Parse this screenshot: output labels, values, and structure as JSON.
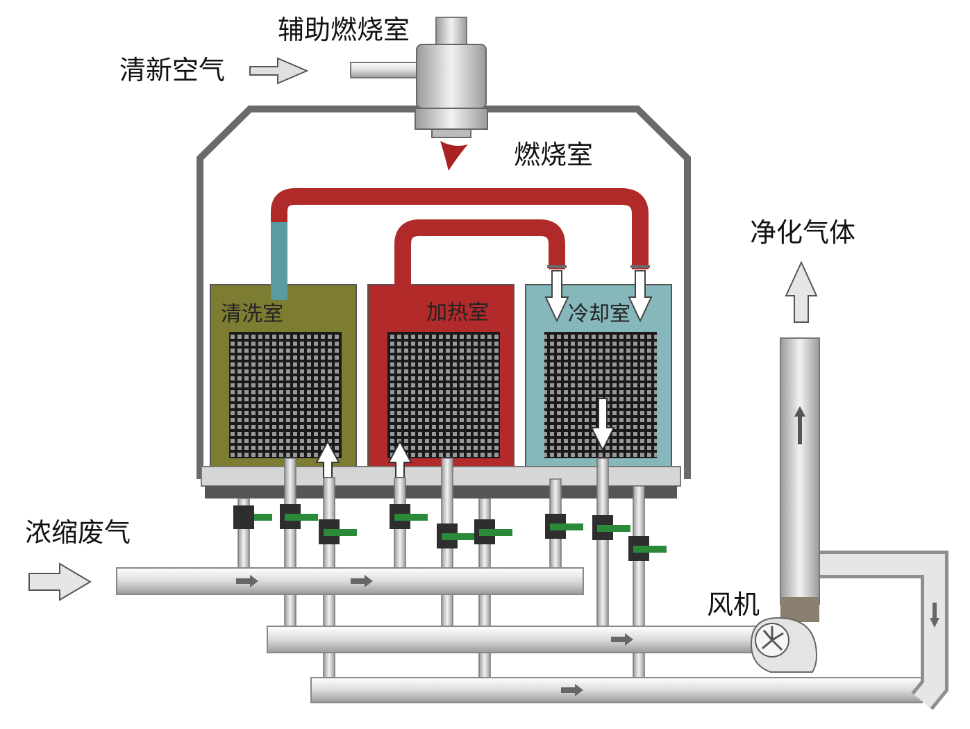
{
  "labels": {
    "aux_burner": "辅助燃烧室",
    "fresh_air": "清新空气",
    "combustion_chamber": "燃烧室",
    "purified_gas": "净化气体",
    "concentrated_exhaust": "浓缩废气",
    "fan": "风机"
  },
  "chambers": [
    {
      "label": "清洗室",
      "color": "#7c7c32"
    },
    {
      "label": "加热室",
      "color": "#b22a2a"
    },
    {
      "label": "冷却室",
      "color": "#86b7bb"
    }
  ],
  "colors": {
    "hot_pipe": "#b02a2a",
    "cool_pipe": "#5a9aa0",
    "valve_handle": "#2a8a3a",
    "pipe_gray": "#d4d4d4",
    "housing": "#6a6a6a"
  }
}
